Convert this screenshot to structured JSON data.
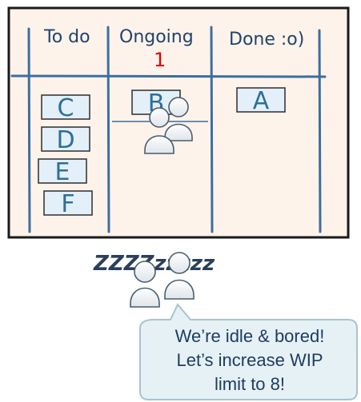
{
  "board": {
    "columns": [
      {
        "title": "To do"
      },
      {
        "title": "Ongoing",
        "wip_limit": "1"
      },
      {
        "title": "Done :o)"
      }
    ],
    "cards": {
      "todo": [
        "C",
        "D",
        "E",
        "F"
      ],
      "ongoing": [
        "B"
      ],
      "done": [
        "A"
      ]
    }
  },
  "idle": {
    "zzz_text": "ZZZZzzzzz",
    "speech_lines": [
      "We’re idle & bored!",
      "Let’s increase WIP",
      "limit to 8!"
    ]
  },
  "colors": {
    "board_bg": "#fdf3ea",
    "board_border": "#1a1a1a",
    "lines": "#3d6ea0",
    "card_fill": "#e3f0f9",
    "card_border": "#2d2d2d",
    "wip_limit": "#e00000",
    "speech_fill": "#e6f1f5",
    "speech_border": "#a9c3cf"
  }
}
